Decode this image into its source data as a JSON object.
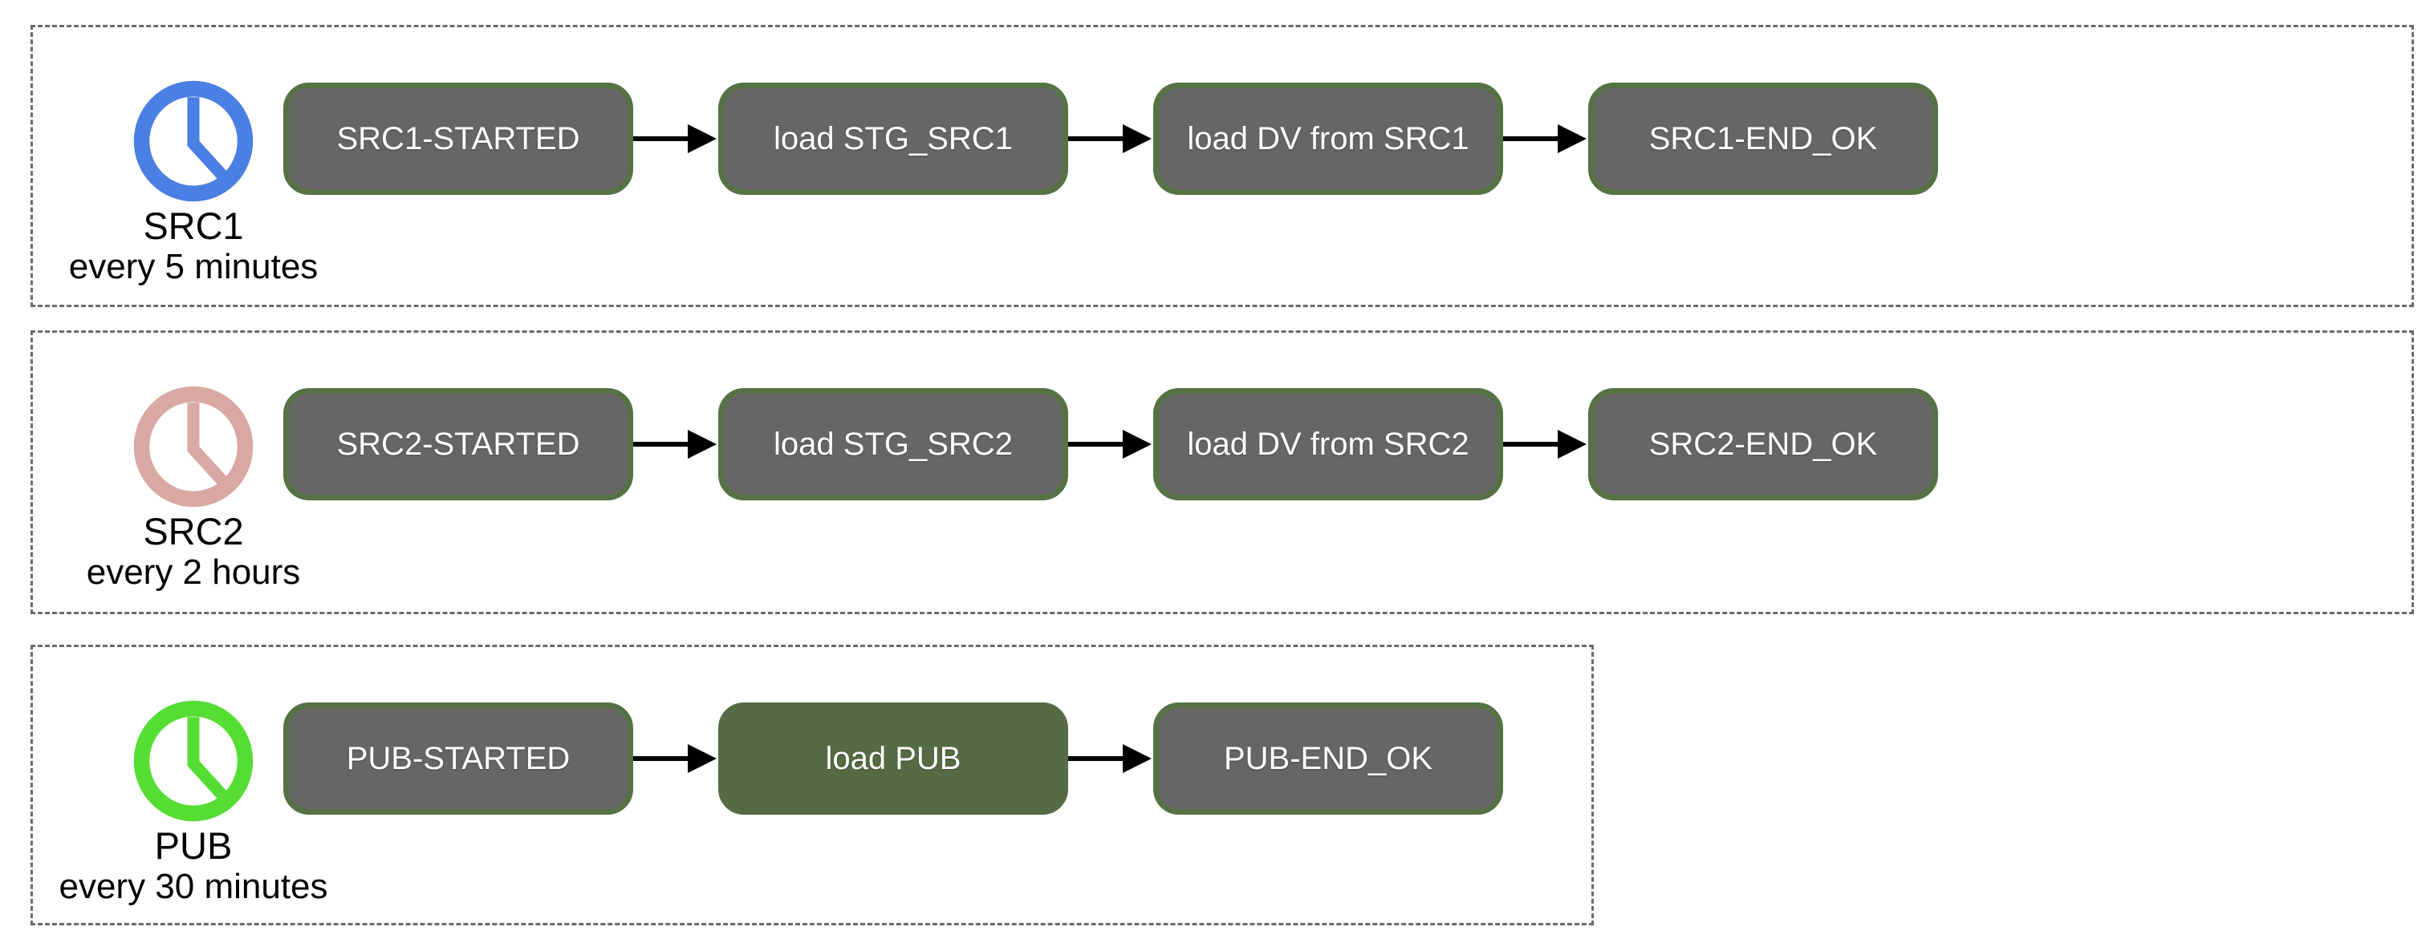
{
  "colors": {
    "background": "#ffffff",
    "lane_border": "#6b6b6b",
    "node_fill_gray": "#666666",
    "node_fill_green": "#556b44",
    "node_border": "#567245",
    "node_text": "#ffffff",
    "label_text": "#000000",
    "arrow": "#000000",
    "clock_src1": "#4a7fe3",
    "clock_src2": "#d9a8a3",
    "clock_pub": "#55dd33"
  },
  "lanes": [
    {
      "schedule_name": "SRC1",
      "schedule_interval": "every 5 minutes",
      "clock_color": "#4a7fe3",
      "nodes": [
        {
          "label": "SRC1-STARTED",
          "style": "gray"
        },
        {
          "label": "load STG_SRC1",
          "style": "gray"
        },
        {
          "label": "load DV from SRC1",
          "style": "gray"
        },
        {
          "label": "SRC1-END_OK",
          "style": "gray"
        }
      ]
    },
    {
      "schedule_name": "SRC2",
      "schedule_interval": "every 2 hours",
      "clock_color": "#d9a8a3",
      "nodes": [
        {
          "label": "SRC2-STARTED",
          "style": "gray"
        },
        {
          "label": "load STG_SRC2",
          "style": "gray"
        },
        {
          "label": "load DV from SRC2",
          "style": "gray"
        },
        {
          "label": "SRC2-END_OK",
          "style": "gray"
        }
      ]
    },
    {
      "schedule_name": "PUB",
      "schedule_interval": "every 30 minutes",
      "clock_color": "#55dd33",
      "nodes": [
        {
          "label": "PUB-STARTED",
          "style": "gray"
        },
        {
          "label": "load PUB",
          "style": "green"
        },
        {
          "label": "PUB-END_OK",
          "style": "gray"
        }
      ]
    }
  ],
  "connections": [
    {
      "from": "SRC1-STARTED",
      "to": "load STG_SRC1"
    },
    {
      "from": "load STG_SRC1",
      "to": "load DV from SRC1"
    },
    {
      "from": "load DV from SRC1",
      "to": "SRC1-END_OK"
    },
    {
      "from": "SRC2-STARTED",
      "to": "load STG_SRC2"
    },
    {
      "from": "load STG_SRC2",
      "to": "load DV from SRC2"
    },
    {
      "from": "load DV from SRC2",
      "to": "SRC2-END_OK"
    },
    {
      "from": "PUB-STARTED",
      "to": "load PUB"
    },
    {
      "from": "load PUB",
      "to": "PUB-END_OK"
    }
  ]
}
